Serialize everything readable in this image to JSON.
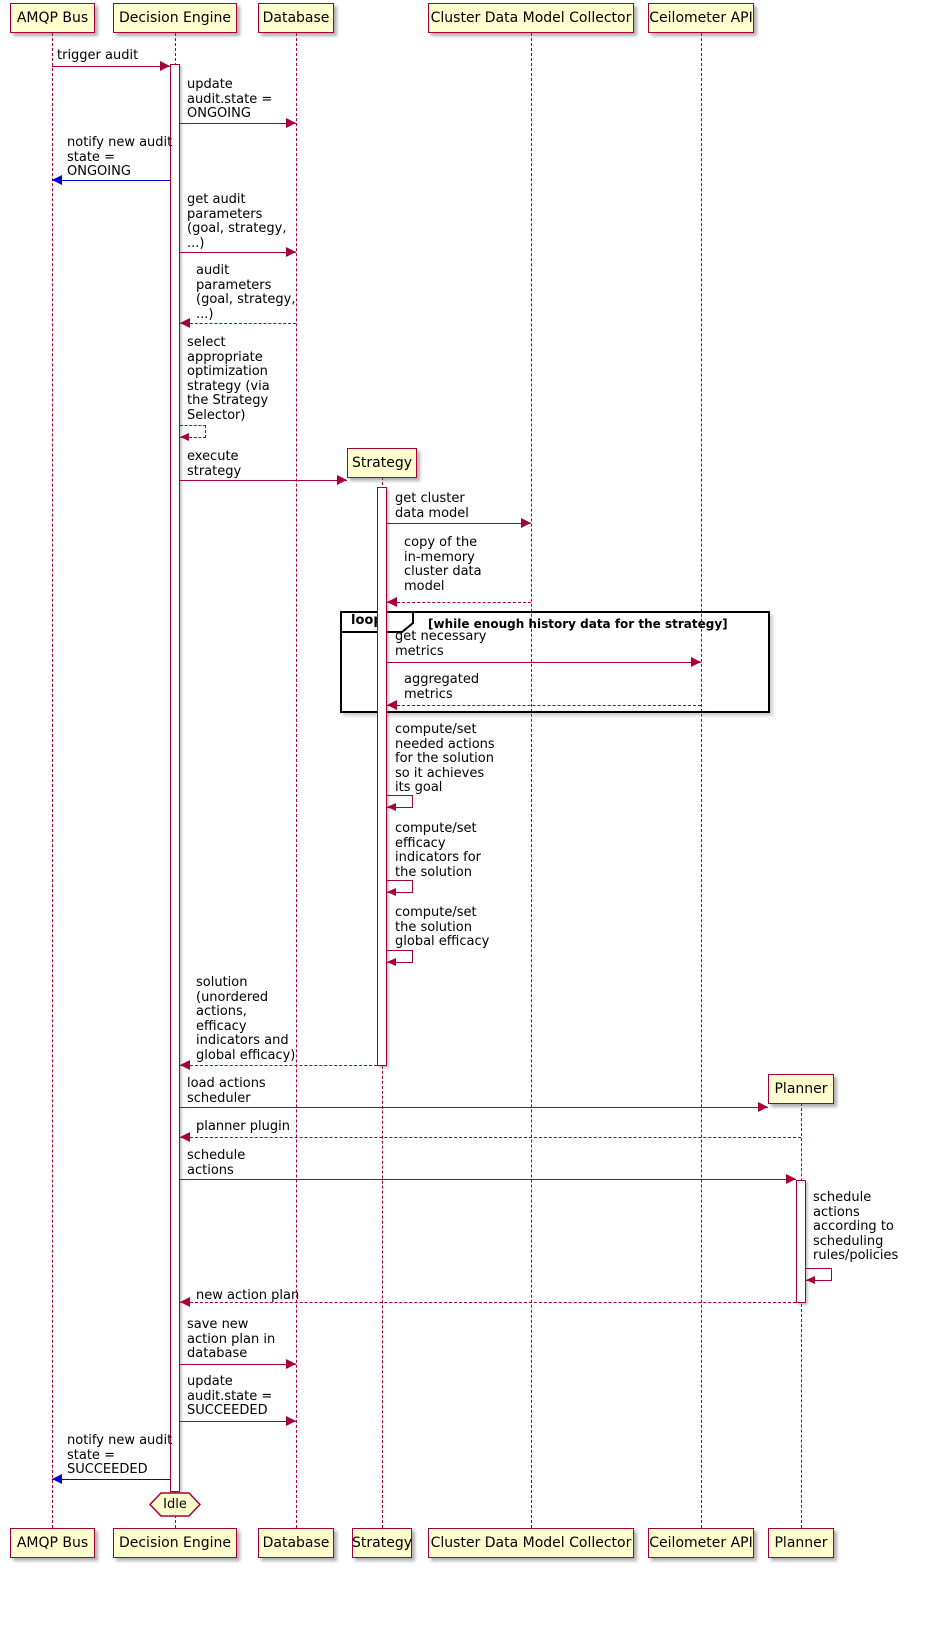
{
  "diagram_type": "sequence-diagram",
  "participants": {
    "amqp": "AMQP Bus",
    "decision_engine": "Decision Engine",
    "database": "Database",
    "strategy": "Strategy",
    "cluster_collector": "Cluster Data Model Collector",
    "ceilometer": "Ceilometer API",
    "planner": "Planner"
  },
  "messages": [
    "trigger audit",
    "update\naudit.state =\nONGOING",
    "notify new audit\nstate =\nONGOING",
    "get audit\nparameters\n(goal, strategy,\n...)",
    "audit\nparameters\n(goal, strategy,\n...)",
    "select\nappropriate\noptimization\nstrategy (via\nthe Strategy\nSelector)",
    "execute\nstrategy",
    "get cluster\ndata model",
    "copy of the\nin-memory\ncluster data\nmodel",
    "get necessary\nmetrics",
    "aggregated\nmetrics",
    "compute/set\nneeded actions\nfor the solution\nso it achieves\nits goal",
    "compute/set\nefficacy\nindicators for\nthe solution",
    "compute/set\nthe solution\nglobal efficacy",
    "solution\n(unordered\nactions,\nefficacy\nindicators and\nglobal efficacy)",
    "load actions\nscheduler",
    "planner plugin",
    "schedule\nactions",
    "schedule\nactions\naccording to\nscheduling\nrules/policies",
    "new action plan",
    "save new\naction plan in\ndatabase",
    "update\naudit.state =\nSUCCEEDED",
    "notify new audit\nstate =\nSUCCEEDED"
  ],
  "loop": {
    "label": "loop",
    "condition": "[while enough history data for the strategy]"
  },
  "idle_label": "Idle",
  "colors": {
    "participant_fill": "#FEFECE",
    "line_and_border": "#A80036",
    "notify_arrow_blue": "#0000D0",
    "frame_border": "#000000"
  }
}
